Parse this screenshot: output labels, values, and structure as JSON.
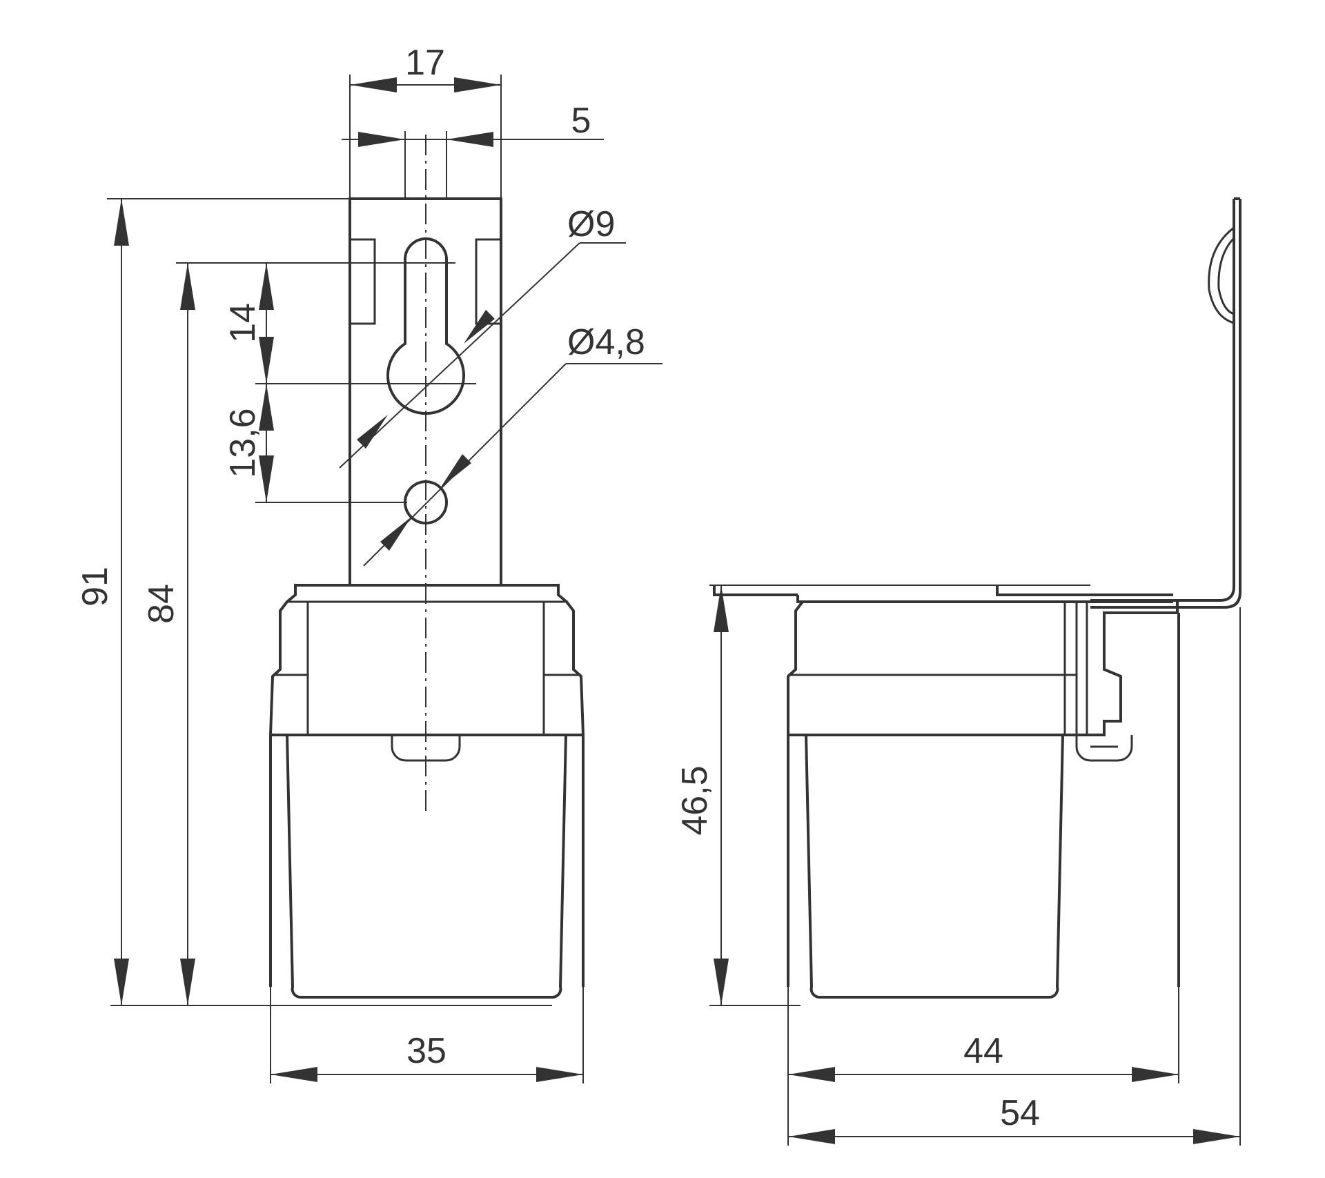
{
  "dimensions": {
    "bracket_width": "17",
    "slot_width": "5",
    "keyhole_diameter": "Ø9",
    "mount_hole_diameter": "Ø4,8",
    "slot_length": "14",
    "hole_spacing": "13,6",
    "total_height": "91",
    "height_to_slot": "84",
    "body_height": "46,5",
    "front_width": "35",
    "side_body_width": "44",
    "side_total_width": "54"
  },
  "colors": {
    "line": "#333333",
    "background": "#ffffff"
  }
}
